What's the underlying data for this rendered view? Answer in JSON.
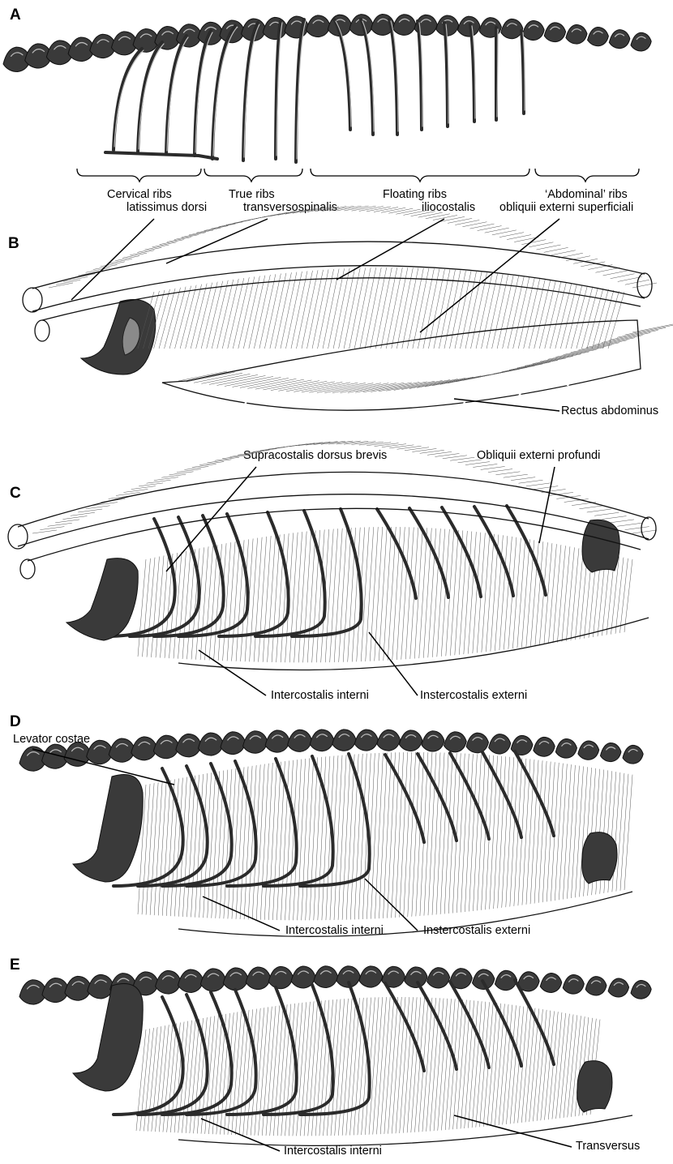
{
  "panels": {
    "a": {
      "letter": "A",
      "regions": [
        "Cervical ribs",
        "True ribs",
        "Floating ribs",
        "‘Abdominal’ ribs"
      ]
    },
    "b": {
      "letter": "B",
      "muscles": {
        "latissimus": "latissimus dorsi",
        "transversospinalis": "transversospinalis",
        "iliocostalis": "iliocostalis",
        "obliquii_superficiali": "obliquii externi superficiali",
        "rectus": "Rectus abdominus"
      }
    },
    "c": {
      "letter": "C",
      "muscles": {
        "supracostalis": "Supracostalis dorsus brevis",
        "obliquii_profundi": "Obliquii externi profundi",
        "intercostalis_interni": "Intercostalis interni",
        "instercostalis_externi": "Instercostalis externi"
      }
    },
    "d": {
      "letter": "D",
      "muscles": {
        "levator": "Levator costae",
        "intercostalis_interni": "Intercostalis interni",
        "instercostalis_externi": "Instercostalis externi"
      }
    },
    "e": {
      "letter": "E",
      "muscles": {
        "intercostalis_interni": "Intercostalis interni",
        "transversus": "Transversus"
      }
    }
  },
  "colors": {
    "bone": "#3a3a3a",
    "fiber": "#555555",
    "line": "#000000"
  }
}
